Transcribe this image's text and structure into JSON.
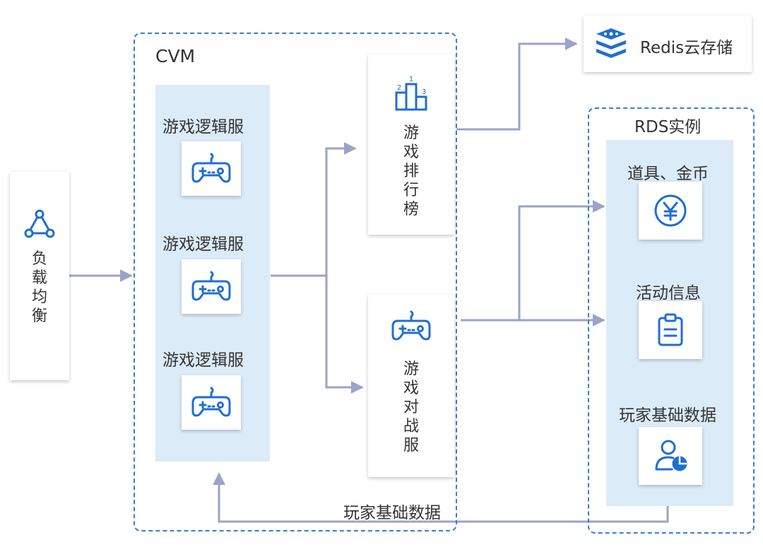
{
  "load_balancer": {
    "label": "负载均衡",
    "icon": "triangle-network-icon"
  },
  "cvm": {
    "title": "CVM",
    "logic_servers": [
      {
        "label": "游戏逻辑服",
        "icon": "gamepad-icon"
      },
      {
        "label": "游戏逻辑服",
        "icon": "gamepad-icon"
      },
      {
        "label": "游戏逻辑服",
        "icon": "gamepad-icon"
      }
    ],
    "leaderboard": {
      "label": "游戏排行榜",
      "icon": "podium-icon"
    },
    "battle_server": {
      "label": "游戏对战服",
      "icon": "gamepad-icon"
    },
    "bottom_link_label": "玩家基础数据"
  },
  "redis": {
    "label": "Redis云存储",
    "icon": "layers-stack-icon"
  },
  "rds": {
    "title": "RDS实例",
    "items": [
      {
        "label": "道具、金币",
        "icon": "yen-coin-icon"
      },
      {
        "label": "活动信息",
        "icon": "clipboard-icon"
      },
      {
        "label": "玩家基础数据",
        "icon": "user-chart-icon"
      }
    ]
  },
  "colors": {
    "accent": "#1f6fd1",
    "line": "#9aa3c9",
    "panel": "#dcebf8",
    "dash": "#3a7fc8"
  }
}
